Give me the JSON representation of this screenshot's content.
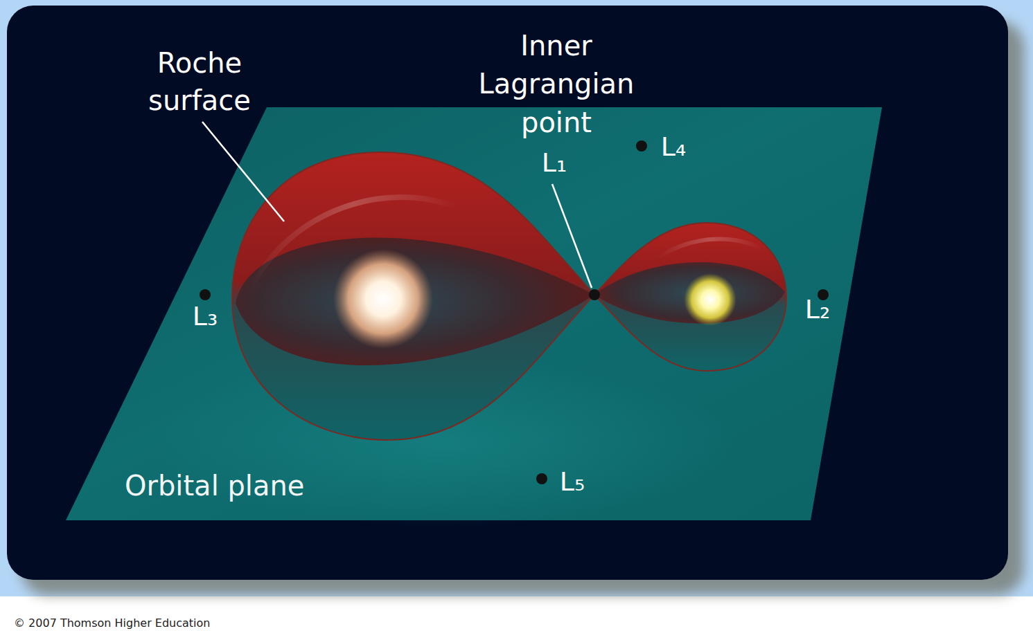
{
  "diagram": {
    "labels": [
      "Roche surface",
      "Inner Lagrangian point",
      "L₁",
      "L₄",
      "L₃",
      "L₂",
      "L₅",
      "Orbital plane",
      "© 2007 Thomson Higher Education"
    ]
  }
}
